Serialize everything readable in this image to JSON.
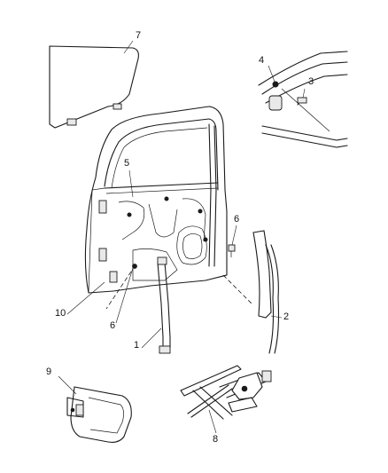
{
  "callouts": [
    {
      "id": "glass",
      "label": "7"
    },
    {
      "id": "clip",
      "label": "4"
    },
    {
      "id": "bolt-top",
      "label": "3"
    },
    {
      "id": "regulator-bracket",
      "label": "5"
    },
    {
      "id": "bolt-right",
      "label": "6"
    },
    {
      "id": "rear-run-channel",
      "label": "2"
    },
    {
      "id": "door-inner",
      "label": "10"
    },
    {
      "id": "bolt-lower",
      "label": "6"
    },
    {
      "id": "front-run-channel",
      "label": "1"
    },
    {
      "id": "latch-handle",
      "label": "9"
    },
    {
      "id": "window-regulator",
      "label": "8"
    }
  ]
}
